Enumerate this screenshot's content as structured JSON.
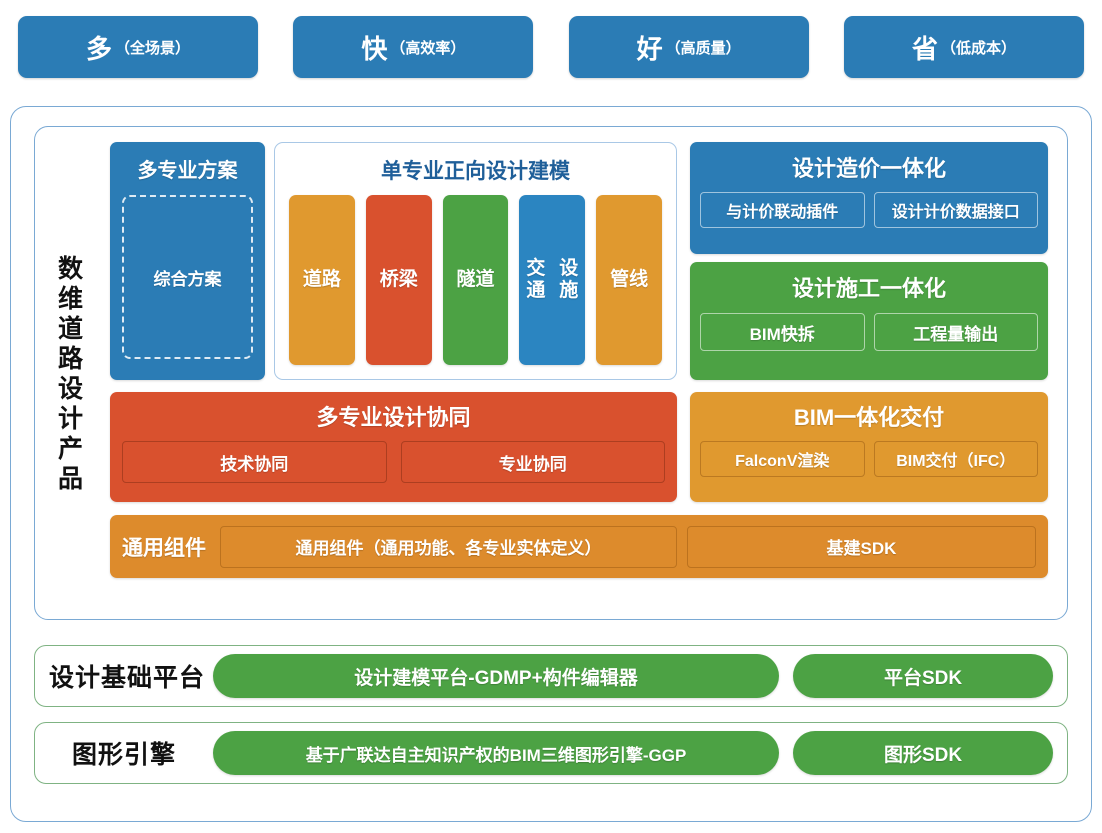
{
  "slogans": [
    {
      "big": "多",
      "small": "（全场景）"
    },
    {
      "big": "快",
      "small": "（高效率）"
    },
    {
      "big": "好",
      "small": "（高质量）"
    },
    {
      "big": "省",
      "small": "（低成本）"
    }
  ],
  "product": {
    "side_label": "数维道路设计产品",
    "scheme": {
      "title": "多专业方案",
      "dashed_item": "综合方案"
    },
    "modeling": {
      "title": "单专业正向设计建模",
      "disciplines": [
        {
          "label": "道路",
          "color": "#e0992f"
        },
        {
          "label": "桥梁",
          "color": "#d9512e"
        },
        {
          "label": "隧道",
          "color": "#4ca244"
        },
        {
          "label": "交通\n设施",
          "color": "#2b85c1"
        },
        {
          "label": "管线",
          "color": "#e0992f"
        }
      ]
    },
    "cost_integration": {
      "title": "设计造价一体化",
      "color": "#2b7cb5",
      "items": [
        "与计价联动插件",
        "设计计价数据接口"
      ]
    },
    "construction_integration": {
      "title": "设计施工一体化",
      "color": "#4ca244",
      "items": [
        "BIM快拆",
        "工程量输出"
      ]
    },
    "bim_delivery": {
      "title": "BIM一体化交付",
      "color": "#e0992f",
      "items": [
        "FalconV渲染",
        "BIM交付（IFC）"
      ]
    },
    "collaboration": {
      "title": "多专业设计协同",
      "color": "#d9512e",
      "items": [
        "技术协同",
        "专业协同"
      ]
    },
    "common_components": {
      "label": "通用组件",
      "color": "#dd8b2c",
      "main_item": "通用组件（通用功能、各专业实体定义）",
      "sdk_item": "基建SDK"
    }
  },
  "platforms": [
    {
      "label": "设计基础平台",
      "main": "设计建模平台-GDMP+构件编辑器",
      "sdk": "平台SDK"
    },
    {
      "label": "图形引擎",
      "main": "基于广联达自主知识产权的BIM三维图形引擎-GGP",
      "sdk": "图形SDK"
    }
  ],
  "colors": {
    "brand_blue": "#2b7cb5",
    "accent_orange": "#e0992f",
    "accent_red": "#d9512e",
    "accent_green": "#4ca244",
    "accent_light_blue": "#2b85c1",
    "common_orange": "#dd8b2c",
    "border_blue": "#7aa9d4",
    "border_green": "#7fb383"
  }
}
